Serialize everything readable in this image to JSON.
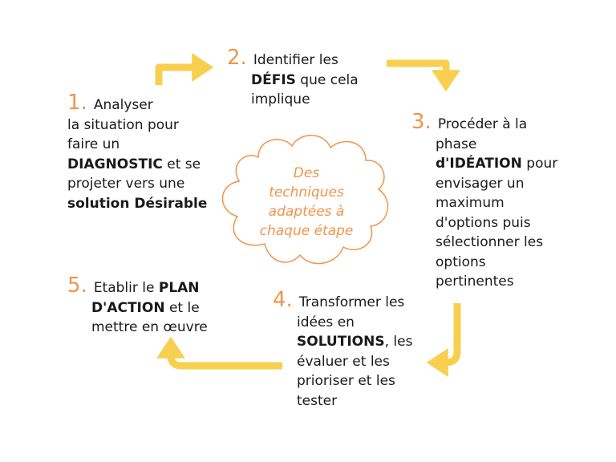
{
  "colors": {
    "accent_orange": "#f0944a",
    "arrow_yellow": "#f8cf4f",
    "text": "#1a1a1a"
  },
  "center": {
    "lines": [
      "Des",
      "techniques",
      "adaptées à",
      "chaque étape"
    ]
  },
  "steps": [
    {
      "number": "1.",
      "line1": "Analyser",
      "line2": "la situation pour",
      "line3": "faire un",
      "line4_bold": "DIAGNOSTIC",
      "line4_rest": " et se",
      "line5": "projeter vers une",
      "line6_bold": "solution Désirable"
    },
    {
      "number": "2.",
      "line1": "Identifier les",
      "line2_bold": "DÉFIS",
      "line2_rest": " que cela",
      "line3": "implique"
    },
    {
      "number": "3.",
      "line1": "Procéder à la",
      "line2": "phase",
      "line3_bold": "d'IDÉATION",
      "line3_rest": " pour",
      "line4": "envisager un",
      "line5": "maximum",
      "line6": "d'options puis",
      "line7": "sélectionner les",
      "line8": "options",
      "line9": "pertinentes"
    },
    {
      "number": "4.",
      "line1": "Transformer les",
      "line2": "idées en",
      "line3_bold": "SOLUTIONS",
      "line3_rest": ", les",
      "line4": "évaluer et les",
      "line5": "prioriser et les",
      "line6": "tester"
    },
    {
      "number": "5.",
      "line1_pre": "Etablir le ",
      "line1_bold": "PLAN",
      "line2_bold": "D'ACTION",
      "line2_rest": " et le",
      "line3": "mettre en œuvre"
    }
  ]
}
